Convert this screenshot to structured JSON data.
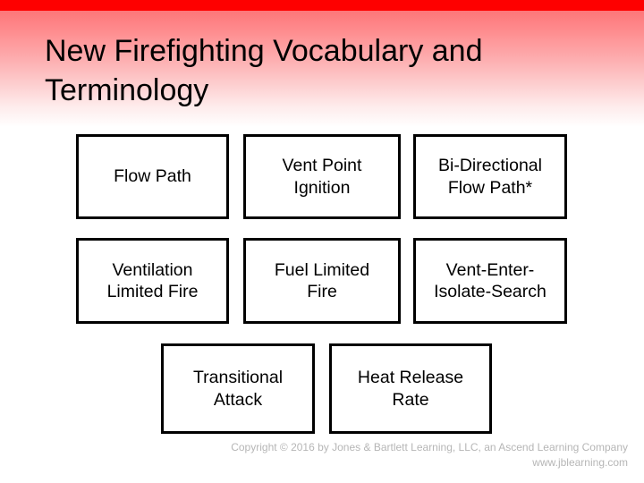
{
  "slide": {
    "title": "New Firefighting Vocabulary and Terminology",
    "accent_color": "#fe0000",
    "gradient_from": "#fe0000",
    "gradient_to": "#ffffff",
    "box_border_color": "#000000",
    "text_color": "#000000"
  },
  "terms": {
    "rows": [
      {
        "cells": [
          {
            "label": "Flow Path"
          },
          {
            "label": "Vent Point\nIgnition"
          },
          {
            "label": "Bi-Directional\nFlow Path*"
          }
        ]
      },
      {
        "cells": [
          {
            "label": "Ventilation\nLimited Fire"
          },
          {
            "label": "Fuel Limited\nFire"
          },
          {
            "label": "Vent-Enter-\nIsolate-Search"
          }
        ]
      },
      {
        "cells": [
          {
            "label": "Transitional\nAttack"
          },
          {
            "label": "Heat Release\nRate"
          }
        ]
      }
    ]
  },
  "footer": {
    "copyright": "Copyright © 2016 by Jones & Bartlett Learning, LLC, an Ascend Learning Company",
    "website": "www.jblearning.com",
    "color": "#b6b6b6"
  }
}
